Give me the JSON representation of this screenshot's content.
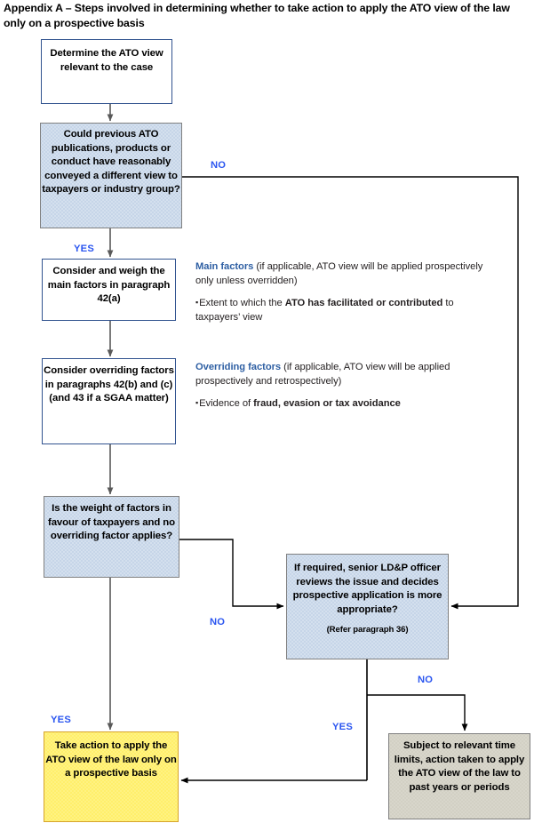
{
  "title": "Appendix A – Steps involved in determining whether to take action to apply the ATO view of the law only on a prospective basis",
  "nodes": {
    "determine_view": "Determine the ATO view relevant to the case",
    "could_previous": "Could previous ATO publications, products or conduct have reasonably conveyed a different view to taxpayers or industry group?",
    "main_factors": "Consider and weigh the main factors in paragraph 42(a)",
    "overriding_factors": "Consider overriding factors in paragraphs 42(b) and (c) (and 43 if a SGAA matter)",
    "weight_of_factors": "Is the weight of factors in favour of taxpayers and no overriding factor applies?",
    "ldp_officer": "If required, senior LD&P officer reviews the issue and decides prospective application is more appropriate?",
    "ldp_officer_note": "(Refer paragraph 36)",
    "take_action": "Take action to apply the ATO view of the law only on a prospective basis",
    "past_years": "Subject to relevant time limits, action taken to apply the ATO view of the law to past years or periods"
  },
  "annotations": {
    "main": {
      "heading": "Main factors",
      "paragraph": " (if applicable, ATO view will be applied prospectively only unless overridden)",
      "bullet_pre": "Extent to which the ",
      "bullet_bold": "ATO has facilitated or contributed",
      "bullet_post": " to taxpayers’ view"
    },
    "overriding": {
      "heading": "Overriding factors",
      "paragraph": " (if applicable, ATO view will be applied prospectively and retrospectively)",
      "bullet_pre": "Evidence of ",
      "bullet_bold": "fraud, evasion or tax avoidance",
      "bullet_post": ""
    }
  },
  "edge_labels": {
    "no_from_could": "NO",
    "yes_from_could": "YES",
    "no_from_weight": "NO",
    "yes_from_weight": "YES",
    "no_from_ldp": "NO",
    "yes_from_ldp": "YES"
  },
  "colors": {
    "decision_fill": "#c6d5e8",
    "terminal_fill": "#ffef6b",
    "outcome_fill": "#d2d0c4",
    "label_blue": "#2b56f0",
    "heading_blue": "#2e5fa3",
    "box_border_blue": "#31538f",
    "connector_gray": "#595959",
    "connector_black": "#000000"
  }
}
